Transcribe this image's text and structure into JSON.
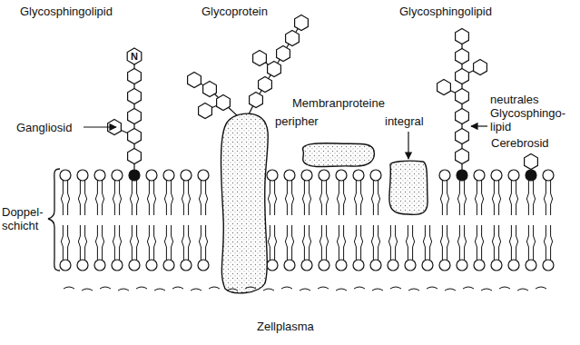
{
  "diagram": {
    "nodes": [
      {
        "text": [
          "N"
        ]
      }
    ],
    "labels": [
      "Glycosphingolipid",
      "Glycoprotein",
      "Glycosphingolipid",
      "Gangliosid",
      "Membranproteine",
      "peripher",
      "integral",
      "neutrales Glycosphingo- lipid",
      "Cerebrosid",
      "Doppel- schicht",
      "Zellplasma"
    ]
  }
}
